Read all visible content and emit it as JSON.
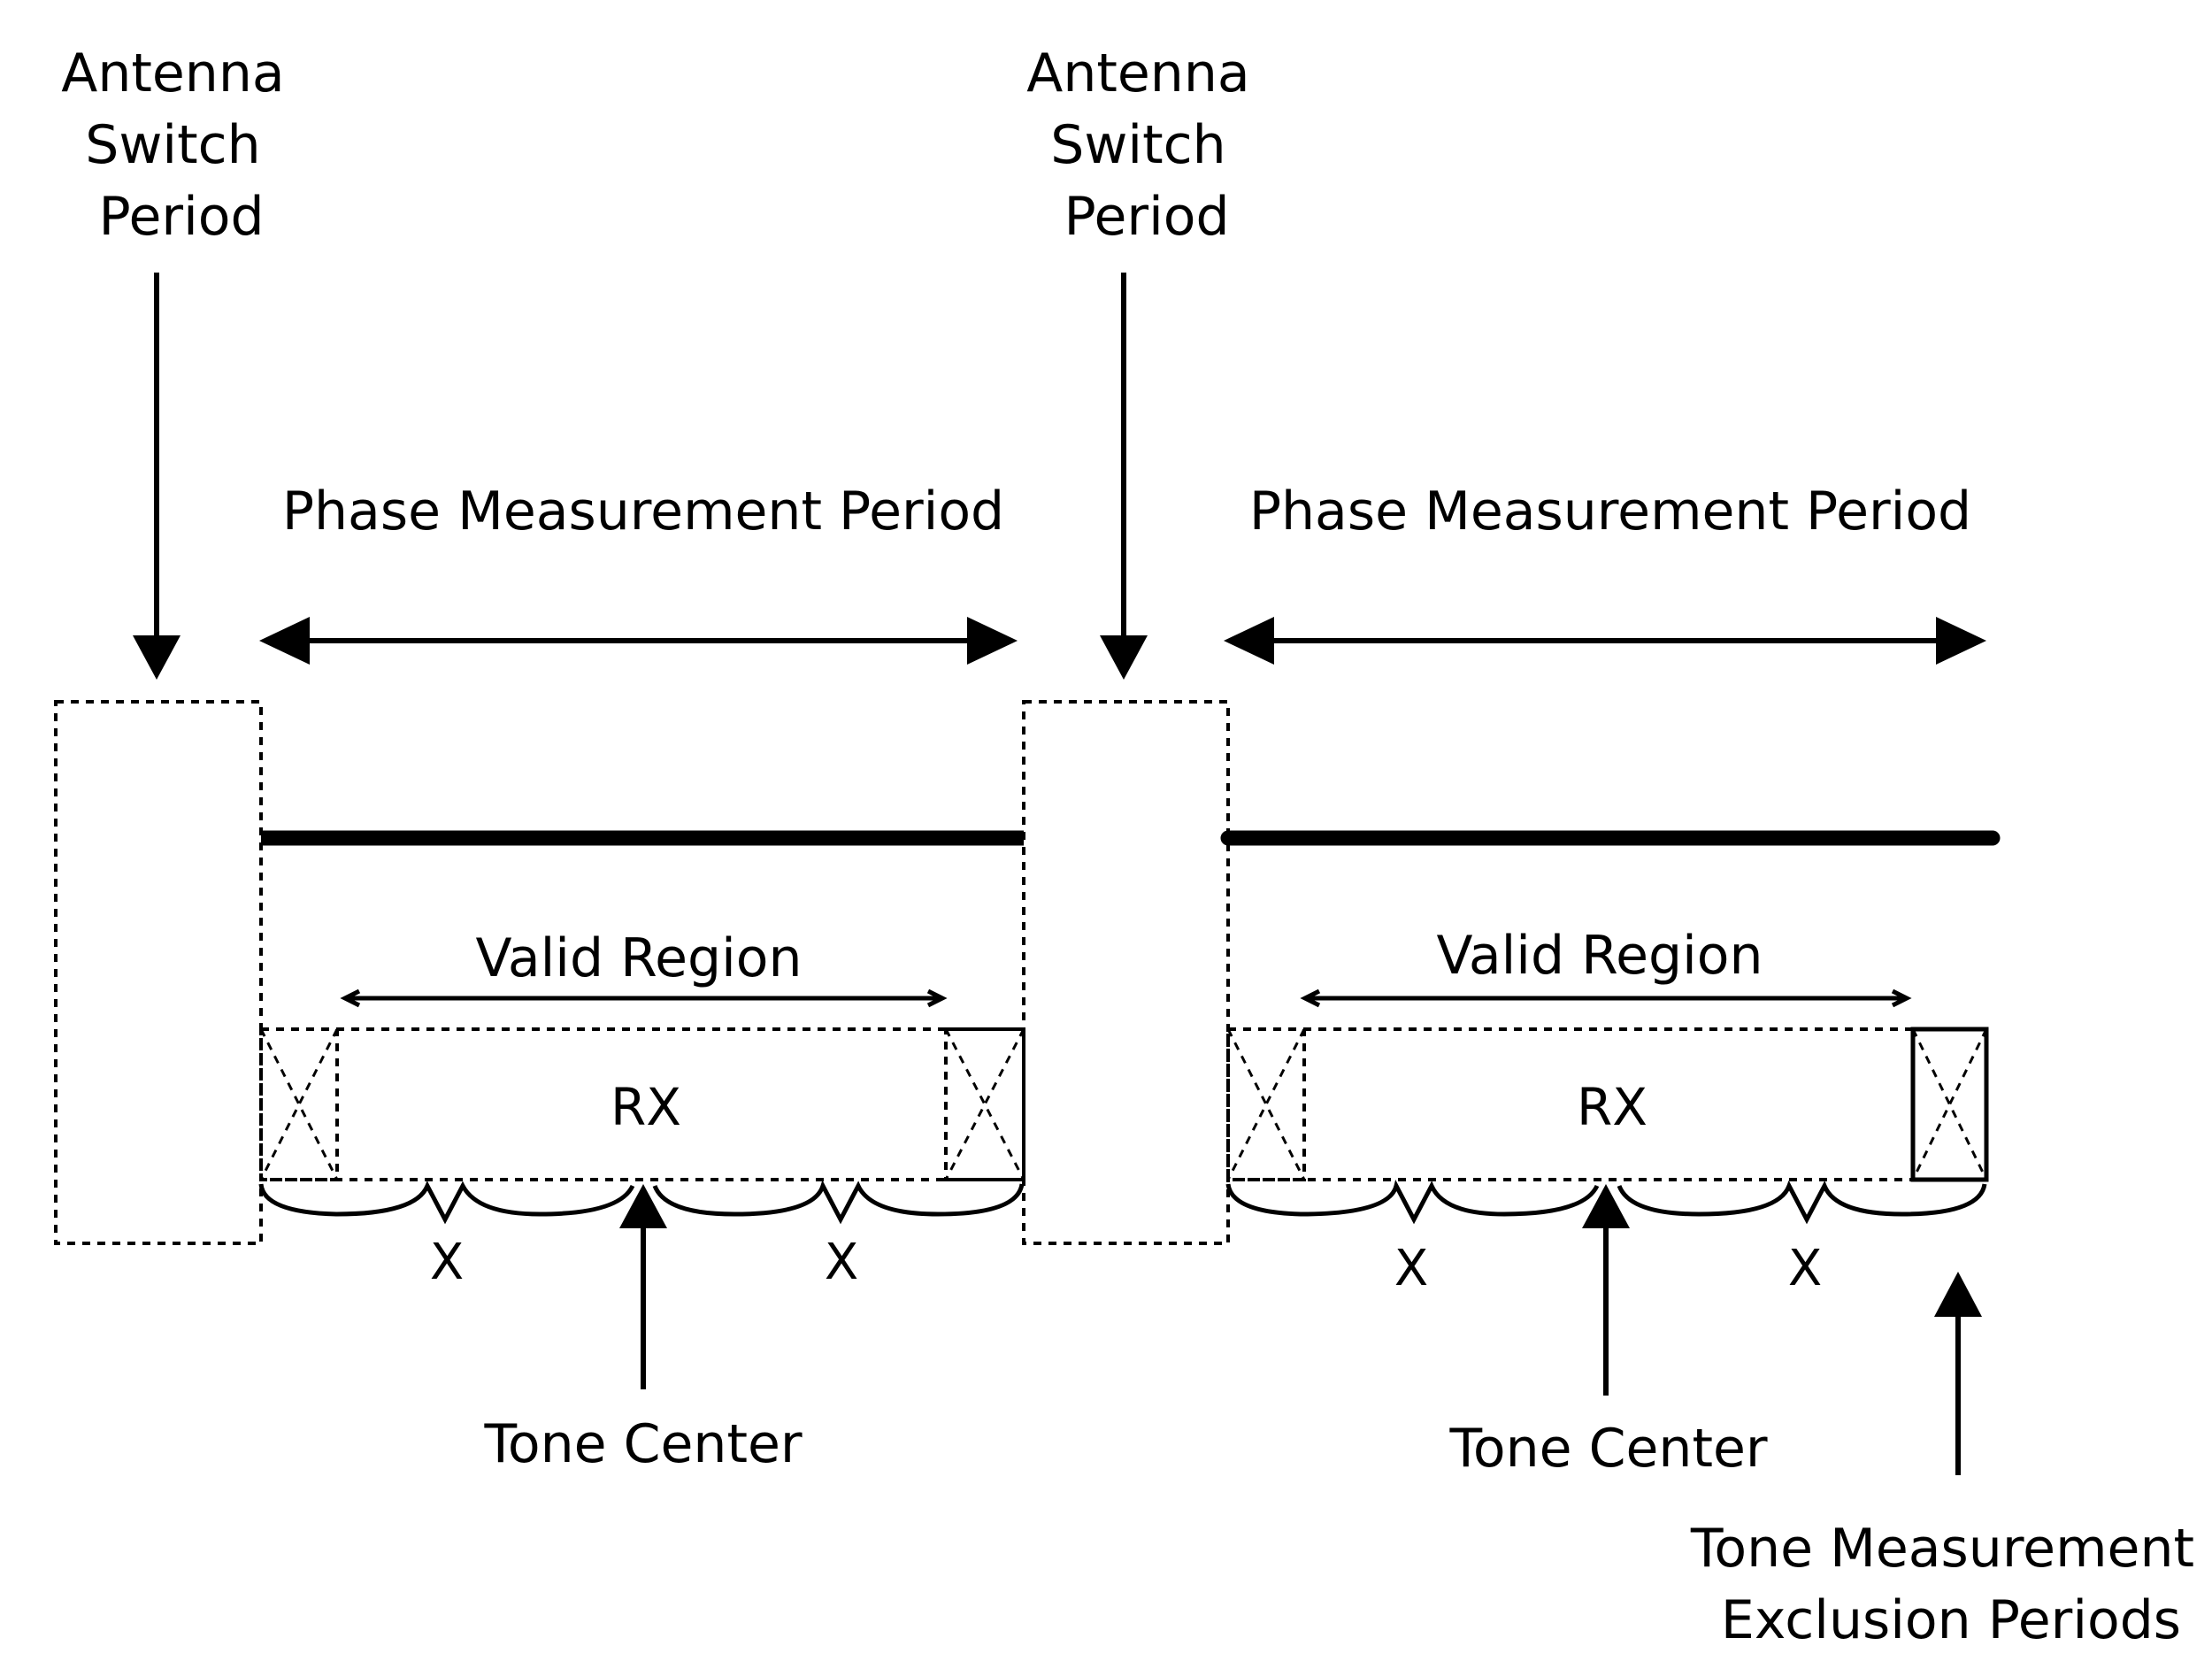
{
  "labels": {
    "antenna_switch_1": [
      "Antenna",
      "Switch",
      "Period"
    ],
    "antenna_switch_2": [
      "Antenna",
      "Switch",
      "Period"
    ],
    "phase_measurement_1": "Phase Measurement Period",
    "phase_measurement_2": "Phase Measurement Period",
    "valid_region_1": "Valid Region",
    "valid_region_2": "Valid Region",
    "rx_1": "RX",
    "rx_2": "RX",
    "x_marks": [
      "X",
      "X",
      "X",
      "X"
    ],
    "tone_center_1": "Tone Center",
    "tone_center_2": "Tone Center",
    "tone_exclusion": [
      "Tone Measurement",
      "Exclusion Periods"
    ]
  },
  "colors": {
    "stroke": "#000000",
    "background": "#ffffff"
  }
}
